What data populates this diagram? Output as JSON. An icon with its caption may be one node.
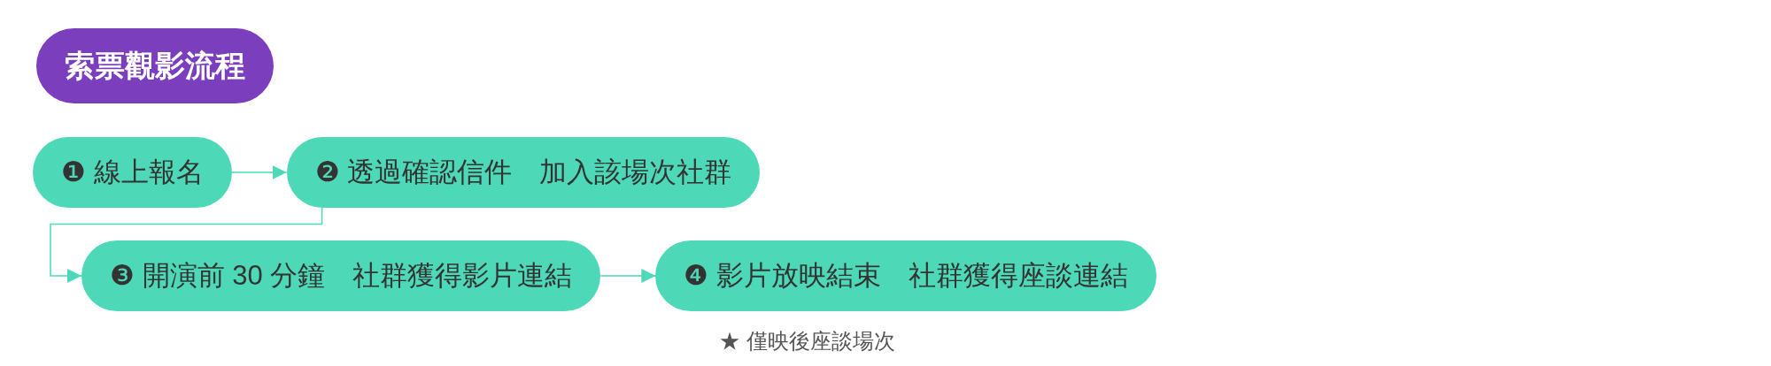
{
  "diagram": {
    "title": "索票觀影流程",
    "nodes": [
      {
        "text": [
          "❶ 線上報名"
        ]
      },
      {
        "text": [
          "❷ 透過確認信件　加入該場次社群"
        ]
      },
      {
        "text": [
          "❸ 開演前 30 分鐘　社群獲得影片連結"
        ]
      },
      {
        "text": [
          "❹ 影片放映結束　社群獲得座談連結"
        ],
        "beside": [
          "★ 僅映後座談場次"
        ]
      }
    ],
    "edges": [
      {
        "from": 0,
        "to": 1,
        "arrow": "to"
      },
      {
        "from": 1,
        "to": 2,
        "arrow": "to"
      },
      {
        "from": 2,
        "to": 3,
        "arrow": "to"
      }
    ]
  }
}
